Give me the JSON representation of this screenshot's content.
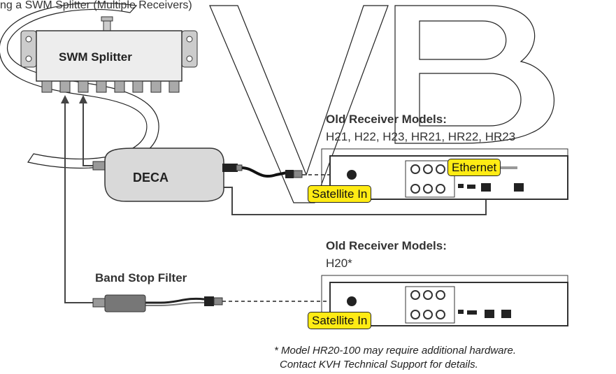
{
  "header": {
    "text": "ng a SWM Splitter (Multiple Receivers)"
  },
  "splitter": {
    "label": "SWM Splitter"
  },
  "deca": {
    "label": "DECA"
  },
  "band_stop_filter": {
    "label": "Band Stop Filter"
  },
  "receiver_group_1": {
    "title": "Old Receiver Models:",
    "models": "H21, H22, H23, HR21, HR22, HR23",
    "callouts": {
      "ethernet": "Ethernet",
      "satellite_in": "Satellite In"
    }
  },
  "receiver_group_2": {
    "title": "Old Receiver Models:",
    "models": "H20*",
    "callouts": {
      "satellite_in": "Satellite In"
    }
  },
  "footnote": {
    "line1": "* Model HR20-100 may require additional hardware.",
    "line2": "Contact KVH Technical Support for details."
  },
  "watermark": {
    "text": "SVB"
  },
  "colors": {
    "callout_fill": "#ffeb14",
    "device_fill": "#ededed",
    "deca_fill": "#d9d9d9",
    "cable": "#444444"
  }
}
